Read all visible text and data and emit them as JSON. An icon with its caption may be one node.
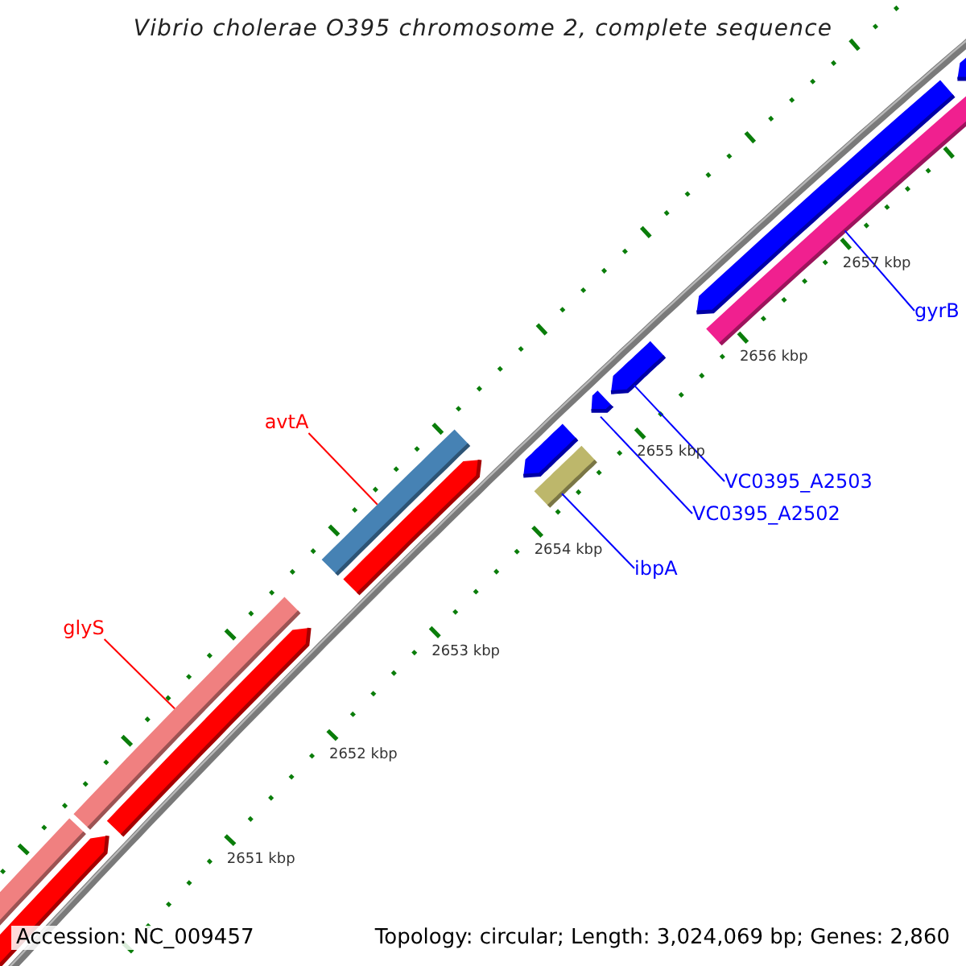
{
  "diagram": {
    "title": "Vibrio cholerae O395 chromosome 2, complete sequence",
    "nodes": [
      {
        "text": [
          "gyrB"
        ]
      },
      {
        "text": [
          "avtA"
        ]
      },
      {
        "text": [
          "VC0395_A2503"
        ]
      },
      {
        "text": [
          "VC0395_A2502"
        ]
      },
      {
        "text": [
          "ibpA"
        ]
      },
      {
        "text": [
          "glyS"
        ]
      },
      {
        "text": [],
        "shape": "bar"
      },
      {
        "text": [],
        "shape": "bar"
      },
      {
        "text": [],
        "shape": "bar"
      },
      {
        "text": [],
        "shape": "bar"
      },
      {
        "text": [],
        "shape": "bar"
      },
      {
        "text": [],
        "shape": "bar"
      }
    ],
    "edges": [
      {
        "from": 0,
        "to": 6,
        "arrow": "none"
      },
      {
        "from": 1,
        "to": 10,
        "arrow": "none",
        "color": "#ff0000"
      },
      {
        "from": 2,
        "to": 7,
        "arrow": "none"
      },
      {
        "from": 3,
        "to": 8,
        "arrow": "none"
      },
      {
        "from": 4,
        "to": 9,
        "arrow": "none"
      },
      {
        "from": 5,
        "to": 11,
        "arrow": "none",
        "color": "#ff0000"
      }
    ],
    "labels": [
      "2657 kbp",
      "2656 kbp",
      "2655 kbp",
      "2654 kbp",
      "2653 kbp",
      "2652 kbp",
      "2651 kbp",
      "Accession: NC_009457",
      "Topology: circular; Length: 3,024,069 bp; Genes: 2,860"
    ]
  }
}
